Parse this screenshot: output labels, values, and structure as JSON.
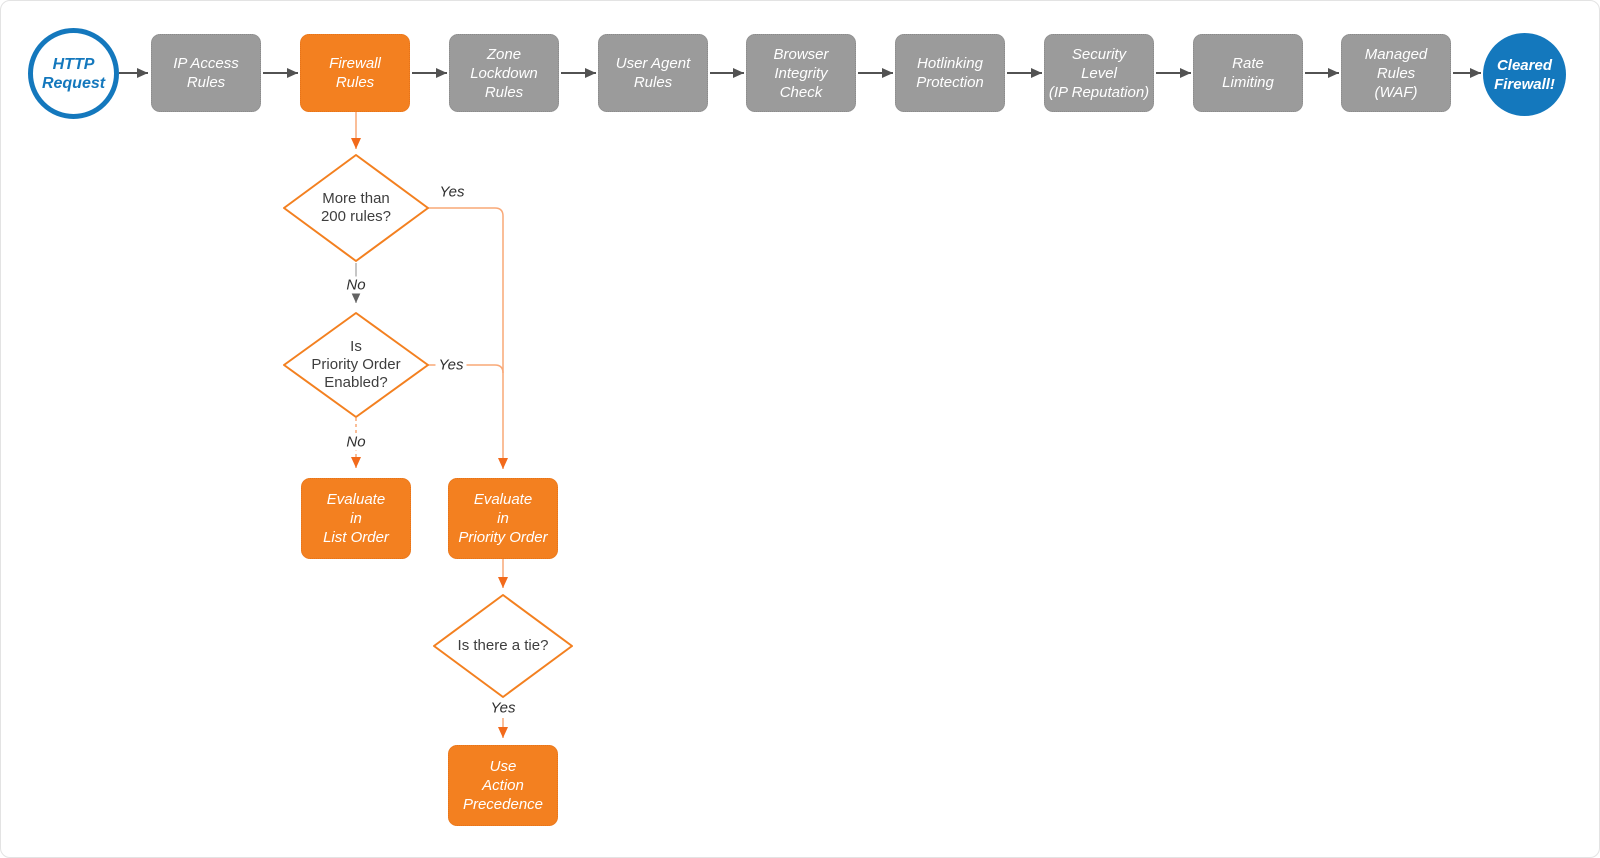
{
  "colors": {
    "orange": "#F38020",
    "orangeBorder": "#E5731A",
    "orangeLine": "#F9A877",
    "orangeArrow": "#F26A1B",
    "blue": "#1478BD",
    "grayBox": "#9B9B9B",
    "grayBoxBorder": "#8A8A8A",
    "darkLine": "#525252",
    "grayLine": "#B3B3B3",
    "grayArrow": "#636363",
    "textDark": "#3E3E3E",
    "labelText": "#2F2F2F"
  },
  "flow": {
    "start": {
      "label": "HTTP\nRequest"
    },
    "steps": [
      "IP Access\nRules",
      "Firewall\nRules",
      "Zone\nLockdown\nRules",
      "User Agent\nRules",
      "Browser\nIntegrity\nCheck",
      "Hotlinking\nProtection",
      "Security\nLevel\n(IP Reputation)",
      "Rate\nLimiting",
      "Managed\nRules\n(WAF)"
    ],
    "end": {
      "label": "Cleared\nFirewall!"
    },
    "decisions": [
      "More than\n200 rules?",
      "Is\nPriority Order\nEnabled?",
      "Is there a tie?"
    ],
    "actions": [
      "Evaluate\nin\nList Order",
      "Evaluate\nin\nPriority Order",
      "Use\nAction\nPrecedence"
    ],
    "edge_labels": {
      "yes1": "Yes",
      "no1": "No",
      "yes2": "Yes",
      "no2": "No",
      "yes3": "Yes"
    }
  }
}
